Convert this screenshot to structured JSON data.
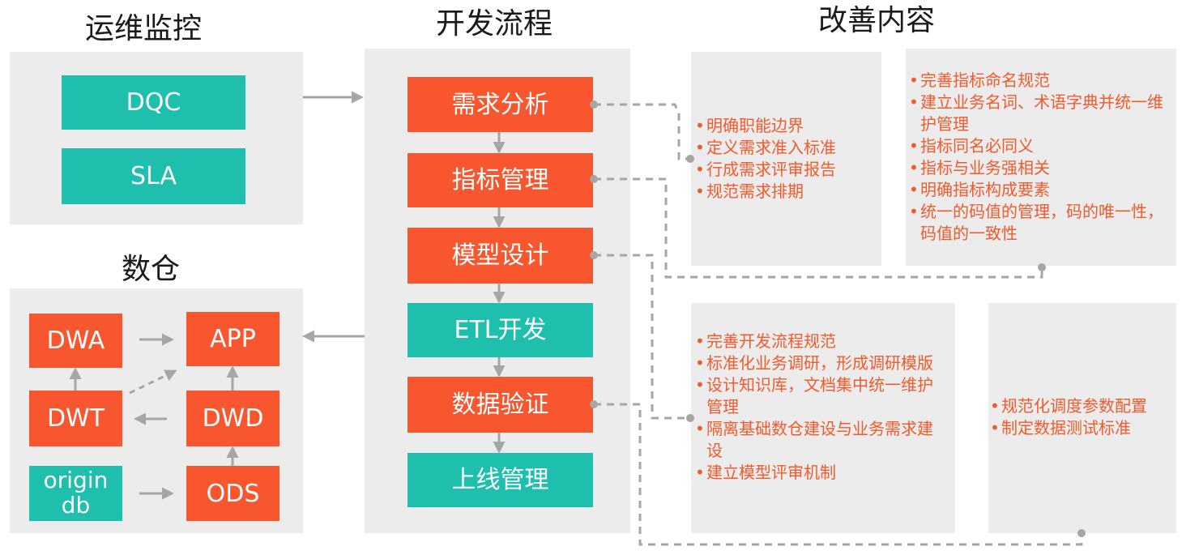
{
  "titles": {
    "ops": "运维监控",
    "dev": "开发流程",
    "improve": "改善内容",
    "warehouse": "数仓"
  },
  "ops": {
    "dqc": "DQC",
    "sla": "SLA"
  },
  "warehouse": {
    "dwa": "DWA",
    "app": "APP",
    "dwt": "DWT",
    "dwd": "DWD",
    "origin_db": "origin db",
    "ods": "ODS"
  },
  "dev_steps": [
    "需求分析",
    "指标管理",
    "模型设计",
    "ETL开发",
    "数据验证",
    "上线管理"
  ],
  "notes": {
    "requirements": [
      "明确职能边界",
      "定义需求准入标准",
      "行成需求评审报告",
      "规范需求排期"
    ],
    "metrics": [
      "完善指标命名规范",
      "建立业务名词、术语字典并统一维护管理",
      "指标同名必同义",
      "指标与业务强相关",
      "明确指标构成要素",
      "统一的码值的管理，码的唯一性，码值的一致性"
    ],
    "modeling": [
      "完善开发流程规范",
      "标准化业务调研，形成调研模版",
      "设计知识库，文档集中统一维护管理",
      "隔离基础数仓建设与业务需求建设",
      "建立模型评审机制"
    ],
    "validation": [
      "规范化调度参数配置",
      "制定数据测试标准"
    ]
  },
  "colors": {
    "teal": "#1fbfae",
    "orange": "#f7562e",
    "note_text": "#f25a2c",
    "panel": "#ececec",
    "connector": "#a6a6a6"
  }
}
